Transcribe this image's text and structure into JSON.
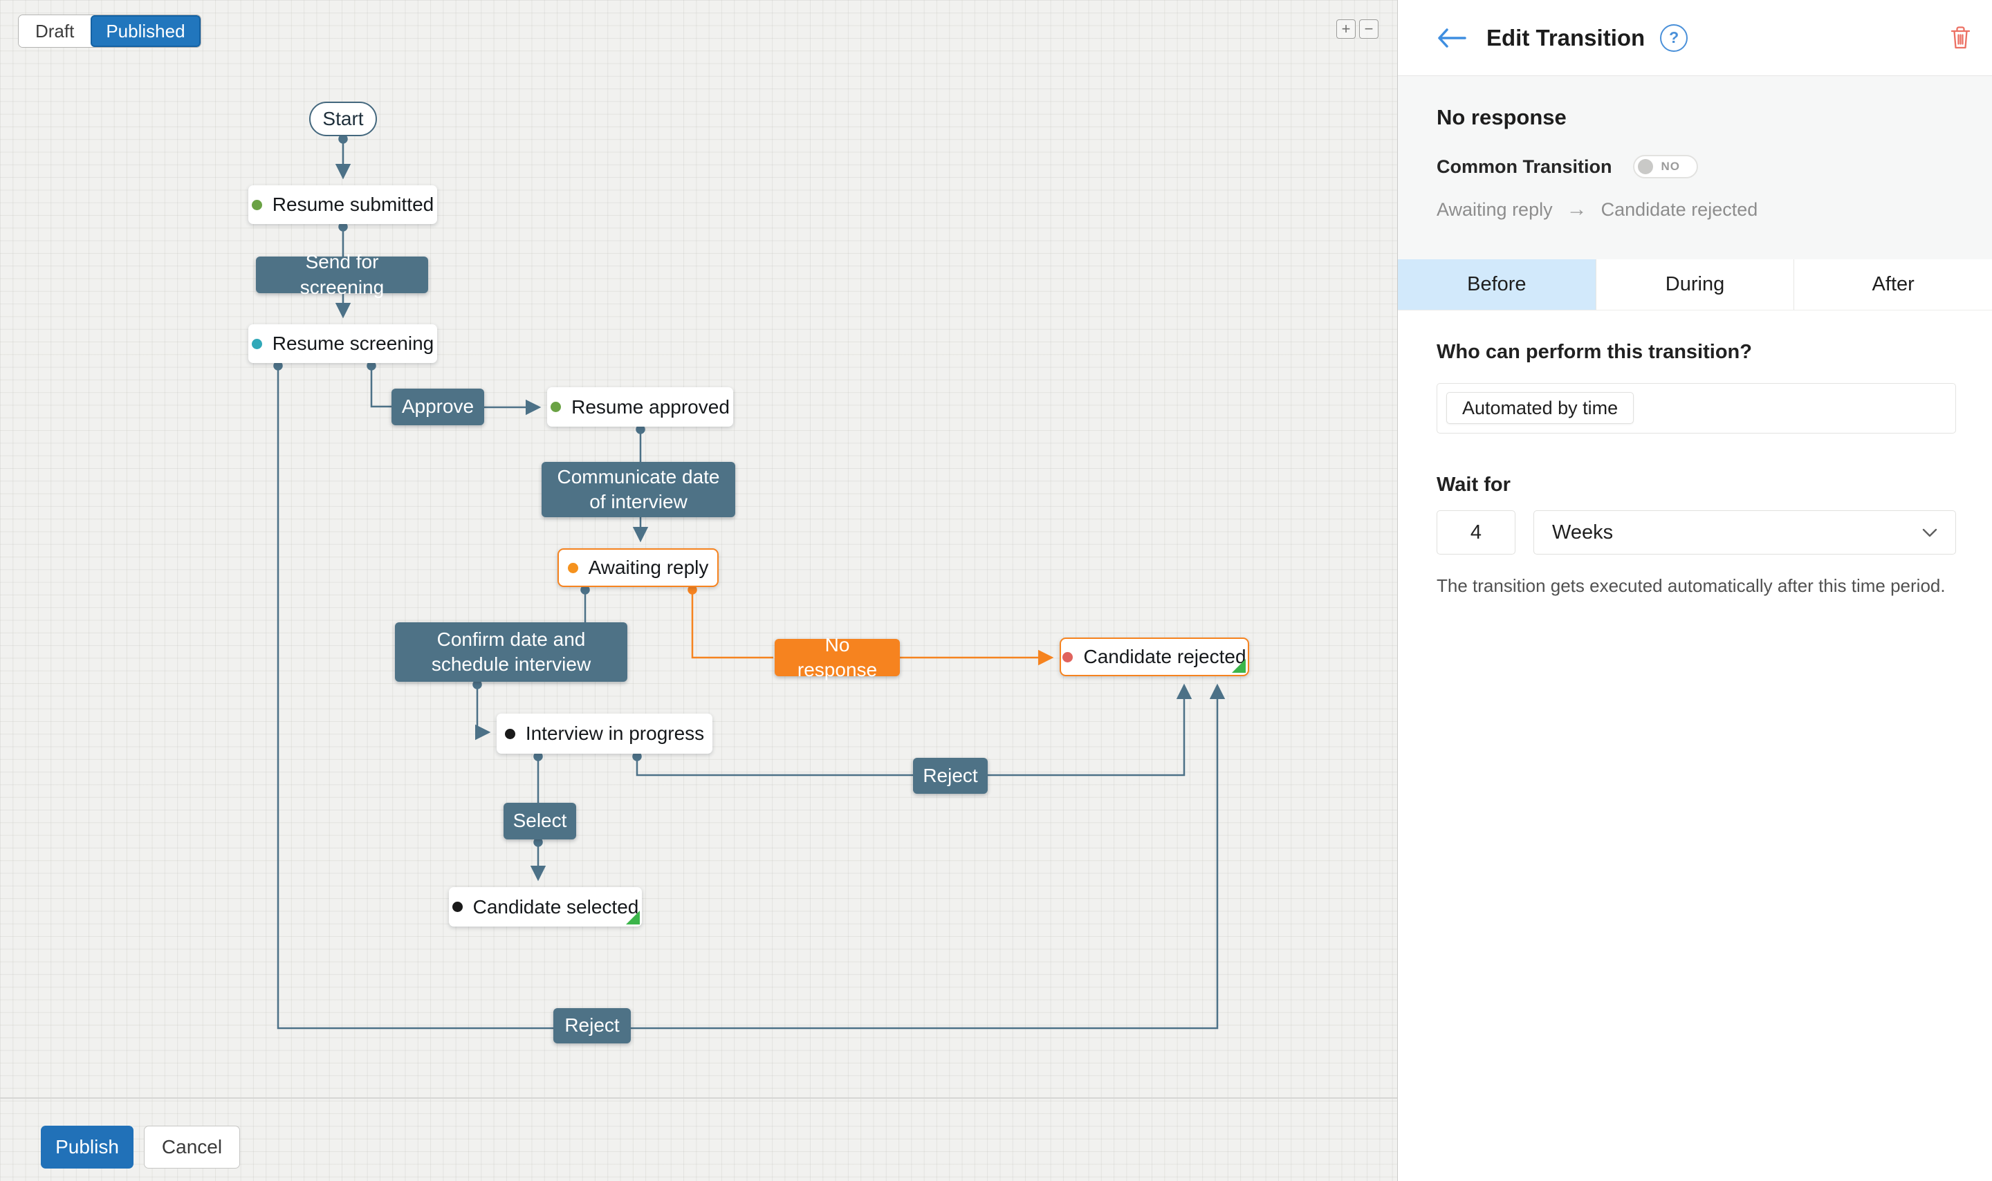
{
  "canvas": {
    "mode_toggle": {
      "draft": "Draft",
      "published": "Published"
    },
    "zoom_controls": {
      "zoom_in": "+",
      "zoom_out": "−"
    },
    "nodes": {
      "start": "Start",
      "resume_submitted": "Resume submitted",
      "resume_screening": "Resume screening",
      "resume_approved": "Resume approved",
      "awaiting_reply": "Awaiting reply",
      "candidate_rejected": "Candidate rejected",
      "interview_in_progress": "Interview in progress",
      "candidate_selected": "Candidate selected"
    },
    "transitions": {
      "send_for_screening": "Send for screening",
      "approve": "Approve",
      "communicate_date": "Communicate date of interview",
      "confirm_date": "Confirm date and schedule interview",
      "no_response": "No response",
      "reject_from_interview": "Reject",
      "select": "Select",
      "reject_from_screening": "Reject"
    },
    "footer": {
      "publish": "Publish",
      "cancel": "Cancel"
    }
  },
  "panel": {
    "title": "Edit Transition",
    "help_icon": "?",
    "transition_name": "No response",
    "common_transition": {
      "label": "Common Transition",
      "toggle": "NO"
    },
    "route": {
      "from": "Awaiting reply",
      "arrow": "→",
      "to": "Candidate rejected"
    },
    "tabs": [
      "Before",
      "During",
      "After"
    ],
    "active_tab": "Before",
    "before": {
      "question": "Who can perform this transition?",
      "performer_chip": "Automated by time",
      "wait_for": {
        "label": "Wait for",
        "value": "4",
        "unit": "Weeks"
      },
      "helper": "The transition gets executed automatically after this time period."
    }
  },
  "colors": {
    "slate_node": "#4e7286",
    "edge_line": "#4c7187",
    "orange_accent": "#f6831f",
    "green_dot": "#6aa244",
    "teal_dot": "#31a8b8",
    "orange_dot": "#f5921e",
    "red_dot": "#e0635d",
    "black_dot": "#1a1a1a",
    "corner_green": "#3bb54a",
    "publish_blue": "#2171b8",
    "published_toggle_blue": "#2176bd",
    "active_tab_bg": "#d2e9fb",
    "link_blue": "#3e8ee0",
    "delete_red": "#ec7063"
  }
}
